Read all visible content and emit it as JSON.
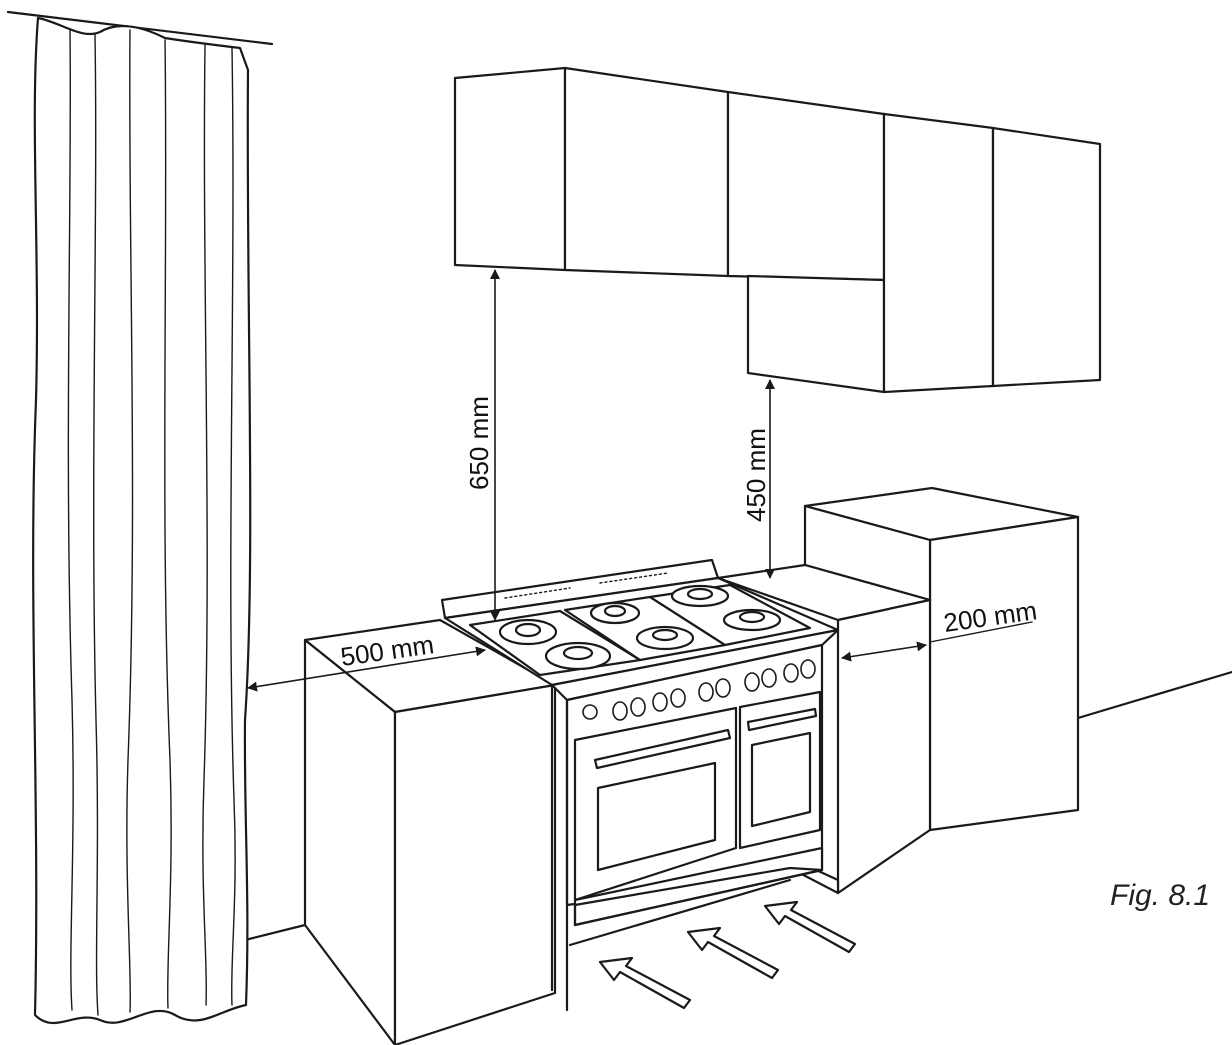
{
  "dimensions": {
    "hood_clearance": "650 mm",
    "cabinet_clearance": "450 mm",
    "left_side_clearance": "500 mm",
    "right_side_clearance": "200 mm"
  },
  "figure_label": "Fig. 8.1"
}
